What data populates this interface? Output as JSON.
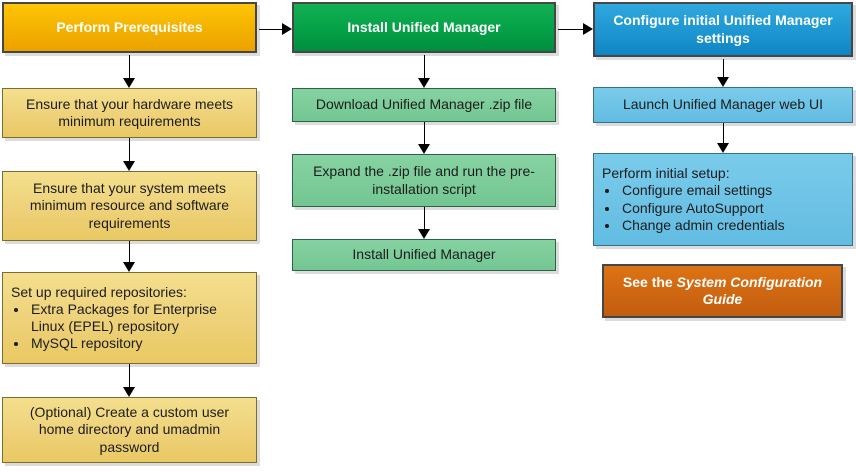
{
  "flow": {
    "columns": [
      {
        "id": "prerequisites",
        "header": "Perform Prerequisites",
        "steps": [
          "Ensure that your hardware meets minimum requirements",
          "Ensure that your system meets minimum resource and software requirements",
          {
            "title": "Set up required repositories:",
            "bullets": [
              "Extra Packages for Enterprise Linux (EPEL) repository",
              "MySQL repository"
            ]
          },
          "(Optional) Create a custom user home directory and umadmin password"
        ]
      },
      {
        "id": "install",
        "header": "Install Unified Manager",
        "steps": [
          "Download Unified Manager .zip file",
          "Expand the .zip file and run the pre-installation script",
          "Install Unified Manager"
        ]
      },
      {
        "id": "configure",
        "header": "Configure initial Unified Manager settings",
        "steps": [
          "Launch Unified Manager web UI",
          {
            "title": "Perform initial setup:",
            "bullets": [
              "Configure email settings",
              "Configure AutoSupport",
              "Change admin credentials"
            ]
          }
        ]
      }
    ],
    "note": {
      "prefix": "See the ",
      "title": "System Configuration Guide"
    },
    "colors": {
      "yellow_header": "#f2b100",
      "yellow_step": "#eed179",
      "green_header": "#05a047",
      "green_step": "#7ccc99",
      "blue_header": "#1d96d1",
      "blue_step": "#6dc3e6",
      "orange_note": "#cf6712",
      "arrow": "#000000",
      "shadow": "#dcdcdc"
    }
  }
}
